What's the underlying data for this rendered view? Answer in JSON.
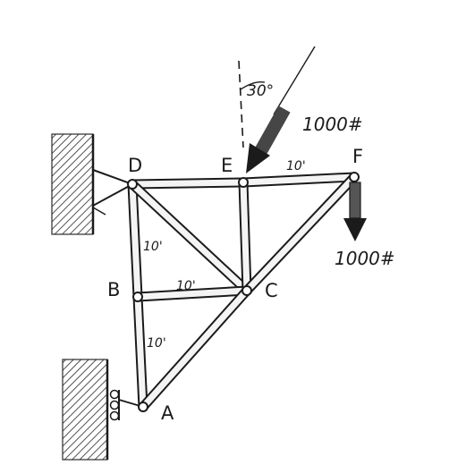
{
  "diagram": {
    "nodes": {
      "A": "A",
      "B": "B",
      "C": "C",
      "D": "D",
      "E": "E",
      "F": "F"
    },
    "dimensions": {
      "DB": "10'",
      "BA": "10'",
      "BC": "10'",
      "EF": "10'"
    },
    "loads": {
      "inclined": {
        "label": "1000#",
        "angle_label": "30°"
      },
      "vertical": {
        "label": "1000#"
      }
    },
    "colors": {
      "ink": "#1b1b1b",
      "member_fill": "#f4f4f4",
      "load_arrow": "#555555"
    }
  }
}
